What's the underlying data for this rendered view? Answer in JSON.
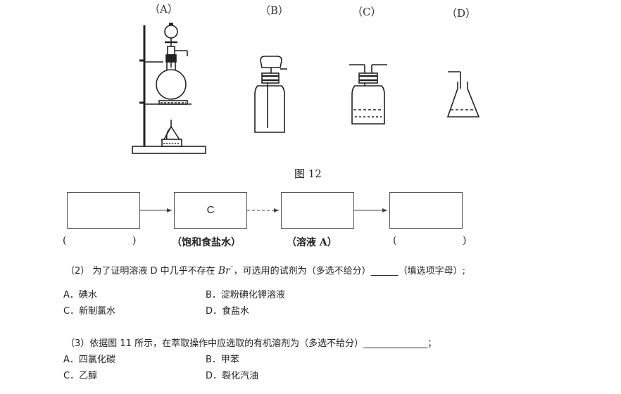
{
  "figure": {
    "labels": [
      "（A）",
      "（B）",
      "（C）",
      "（D）"
    ],
    "caption": "图 12"
  },
  "flow": {
    "boxes": [
      "",
      "C",
      "",
      ""
    ],
    "below": [
      "(",
      ")",
      "（饱和食盐水）",
      "（溶液 A）",
      "(",
      ")"
    ]
  },
  "q2": {
    "prefix": "（2）  为了证明溶液 D 中几乎不存在 ",
    "species": "Br",
    "charge": "⁻",
    "suffix_a": "，可选用的试剂为（多选不给分）",
    "blank": "______",
    "suffix_b": "（填选项字母）;",
    "options": [
      "A．碘水",
      "B．淀粉碘化钾溶液",
      "C．新制氯水",
      "D．食盐水"
    ]
  },
  "q3": {
    "text": "（3）依据图 11 所示，在萃取操作中应选取的有机溶剂为（多选不给分）",
    "blank": "______________",
    "end": "；",
    "options": [
      "A．四氯化碳",
      "B．甲苯",
      "C．乙醇",
      "D．裂化汽油"
    ]
  }
}
